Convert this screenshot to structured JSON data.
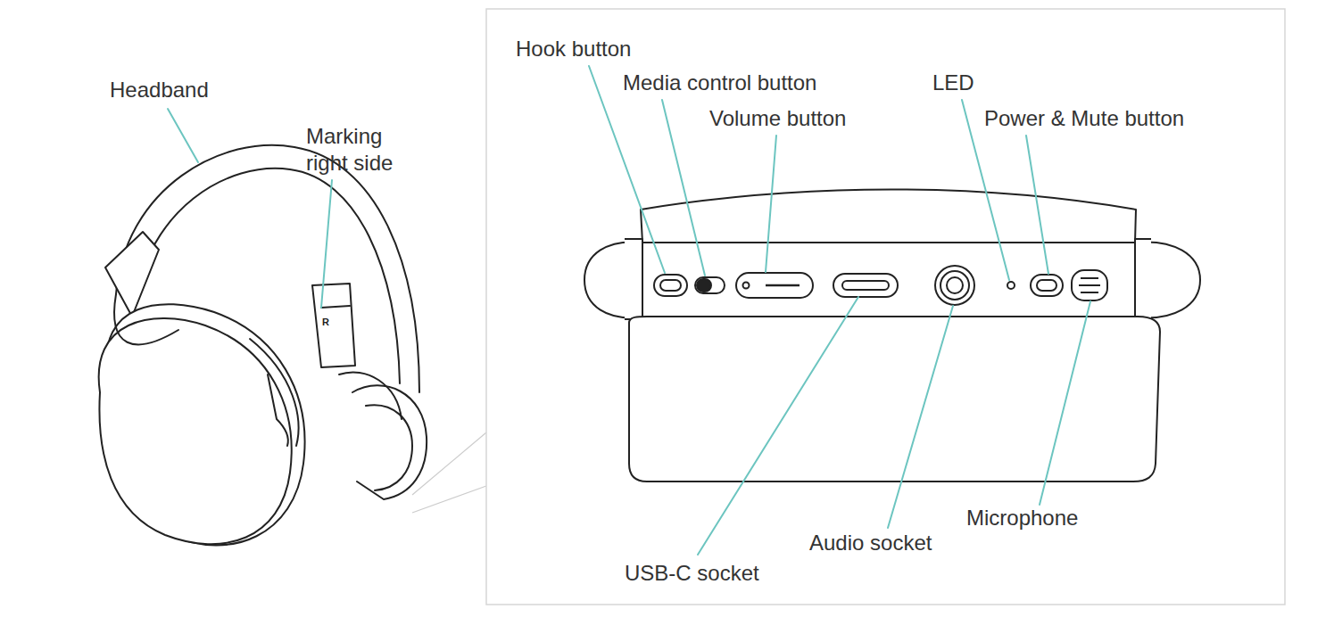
{
  "diagram": {
    "labels": [
      "Headband",
      "Marking right side",
      "R",
      "Hook button",
      "Media control button",
      "Volume button",
      "LED",
      "Power & Mute button",
      "USB-C socket",
      "Audio socket",
      "Microphone"
    ]
  }
}
